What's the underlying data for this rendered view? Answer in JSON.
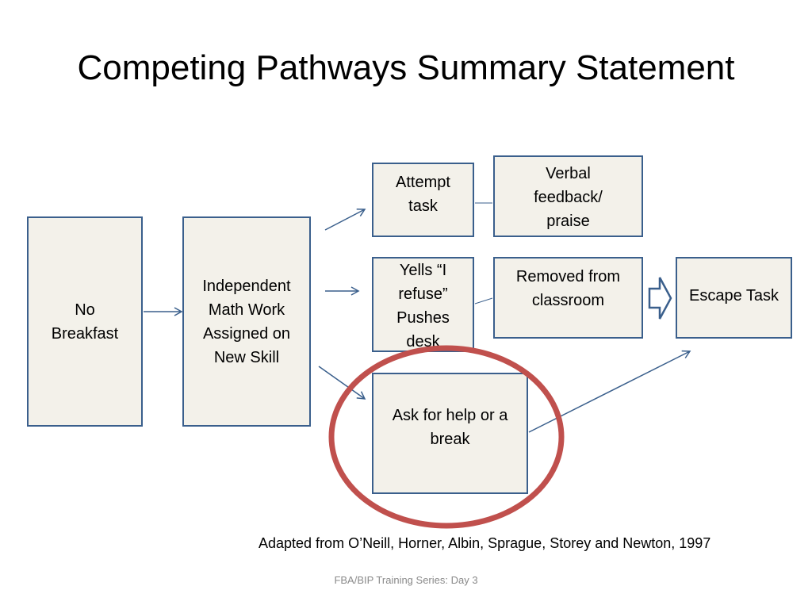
{
  "slide": {
    "title": "Competing Pathways Summary Statement",
    "citation": "Adapted from O’Neill, Horner, Albin, Sprague, Storey and Newton, 1997",
    "footer": "FBA/BIP Training Series: Day 3"
  },
  "diagram": {
    "setting_event": {
      "lines": [
        "No",
        "Breakfast"
      ]
    },
    "antecedent": {
      "lines": [
        "Independent",
        "Math Work",
        "Assigned on",
        "New Skill"
      ]
    },
    "desired_behavior": {
      "lines": [
        "Attempt",
        "task"
      ]
    },
    "desired_consequence": {
      "lines": [
        "Verbal",
        "feedback/",
        "praise"
      ]
    },
    "problem_behavior": {
      "lines": [
        "Yells “I",
        "refuse”",
        "Pushes",
        "desk"
      ]
    },
    "maintaining_consequence": {
      "lines": [
        "Removed from",
        "classroom"
      ]
    },
    "function": {
      "lines": [
        "Escape Task"
      ]
    },
    "replacement_behavior": {
      "lines": [
        "Ask for help or a",
        "break"
      ]
    }
  },
  "colors": {
    "box_border": "#3a5f8c",
    "box_fill": "#f3f1ea",
    "arrow": "#3a5f8c",
    "highlight_circle": "#c0504d"
  }
}
